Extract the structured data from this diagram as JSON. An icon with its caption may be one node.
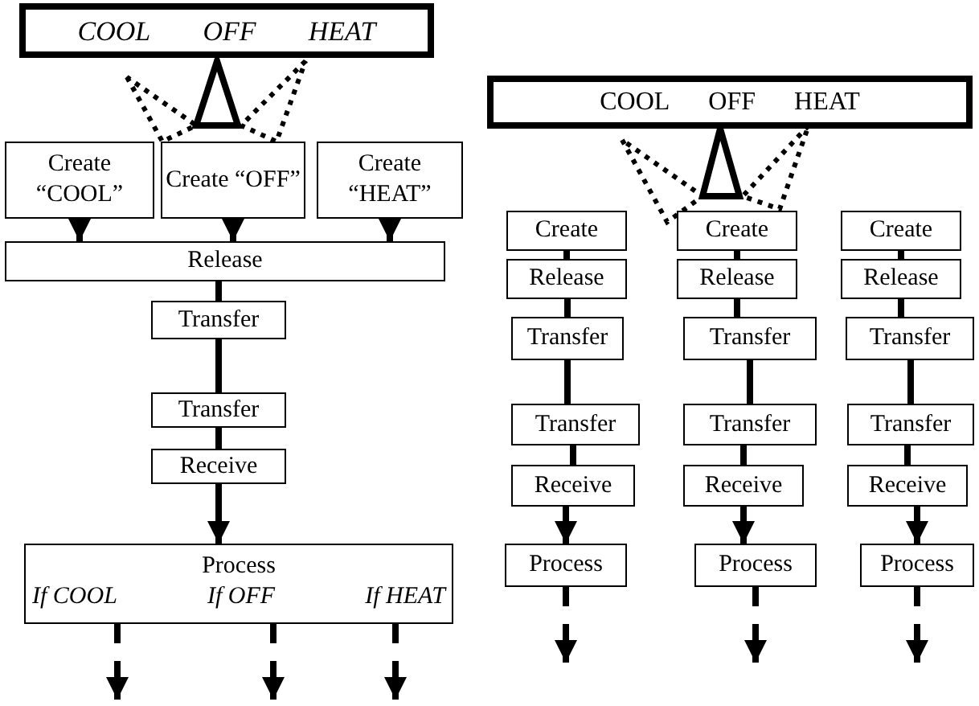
{
  "diagram": {
    "nodes": [
      {
        "text": [
          "COOL",
          "OFF",
          "HEAT"
        ]
      },
      {
        "text": [
          "Create “COOL”"
        ]
      },
      {
        "text": [
          "Create “OFF”"
        ]
      },
      {
        "text": [
          "Create “HEAT”"
        ]
      },
      {
        "text": [
          "Release"
        ]
      },
      {
        "text": [
          "Transfer"
        ]
      },
      {
        "text": [
          "Transfer"
        ]
      },
      {
        "text": [
          "Receive"
        ]
      },
      {
        "text": [
          "Process",
          "If COOL",
          "If OFF",
          "If HEAT"
        ]
      },
      {
        "text": [
          "COOL",
          "OFF",
          "HEAT"
        ]
      },
      {
        "text": [
          "Create"
        ]
      },
      {
        "text": [
          "Release"
        ]
      },
      {
        "text": [
          "Transfer"
        ]
      },
      {
        "text": [
          "Transfer"
        ]
      },
      {
        "text": [
          "Receive"
        ]
      },
      {
        "text": [
          "Process"
        ]
      },
      {
        "text": [
          "Create"
        ]
      },
      {
        "text": [
          "Release"
        ]
      },
      {
        "text": [
          "Transfer"
        ]
      },
      {
        "text": [
          "Transfer"
        ]
      },
      {
        "text": [
          "Receive"
        ]
      },
      {
        "text": [
          "Process"
        ]
      },
      {
        "text": [
          "Create"
        ]
      },
      {
        "text": [
          "Release"
        ]
      },
      {
        "text": [
          "Transfer"
        ]
      },
      {
        "text": [
          "Transfer"
        ]
      },
      {
        "text": [
          "Receive"
        ]
      },
      {
        "text": [
          "Process"
        ]
      }
    ],
    "edges": [
      {
        "from": 1,
        "to": 4,
        "arrow": "to"
      },
      {
        "from": 2,
        "to": 4,
        "arrow": "to"
      },
      {
        "from": 3,
        "to": 4,
        "arrow": "to"
      },
      {
        "from": 4,
        "to": 5,
        "arrow": "none"
      },
      {
        "from": 5,
        "to": 6,
        "arrow": "none"
      },
      {
        "from": 6,
        "to": 7,
        "arrow": "none"
      },
      {
        "from": 7,
        "to": 8,
        "arrow": "to"
      },
      {
        "from": 8,
        "to": null,
        "arrow": "to",
        "style": "dashed"
      },
      {
        "from": 8,
        "to": null,
        "arrow": "to",
        "style": "dashed"
      },
      {
        "from": 8,
        "to": null,
        "arrow": "to",
        "style": "dashed"
      },
      {
        "from": 10,
        "to": 11,
        "arrow": "none"
      },
      {
        "from": 11,
        "to": 12,
        "arrow": "none"
      },
      {
        "from": 12,
        "to": 13,
        "arrow": "none"
      },
      {
        "from": 13,
        "to": 14,
        "arrow": "none"
      },
      {
        "from": 14,
        "to": 15,
        "arrow": "to"
      },
      {
        "from": 15,
        "to": null,
        "arrow": "to",
        "style": "dashed"
      },
      {
        "from": 16,
        "to": 17,
        "arrow": "none"
      },
      {
        "from": 17,
        "to": 18,
        "arrow": "none"
      },
      {
        "from": 18,
        "to": 19,
        "arrow": "none"
      },
      {
        "from": 19,
        "to": 20,
        "arrow": "none"
      },
      {
        "from": 20,
        "to": 21,
        "arrow": "to"
      },
      {
        "from": 21,
        "to": null,
        "arrow": "to",
        "style": "dashed"
      },
      {
        "from": 22,
        "to": 23,
        "arrow": "none"
      },
      {
        "from": 23,
        "to": 24,
        "arrow": "none"
      },
      {
        "from": 24,
        "to": 25,
        "arrow": "none"
      },
      {
        "from": 25,
        "to": 26,
        "arrow": "none"
      },
      {
        "from": 26,
        "to": 27,
        "arrow": "to"
      },
      {
        "from": 27,
        "to": null,
        "arrow": "to",
        "style": "dashed"
      }
    ]
  }
}
